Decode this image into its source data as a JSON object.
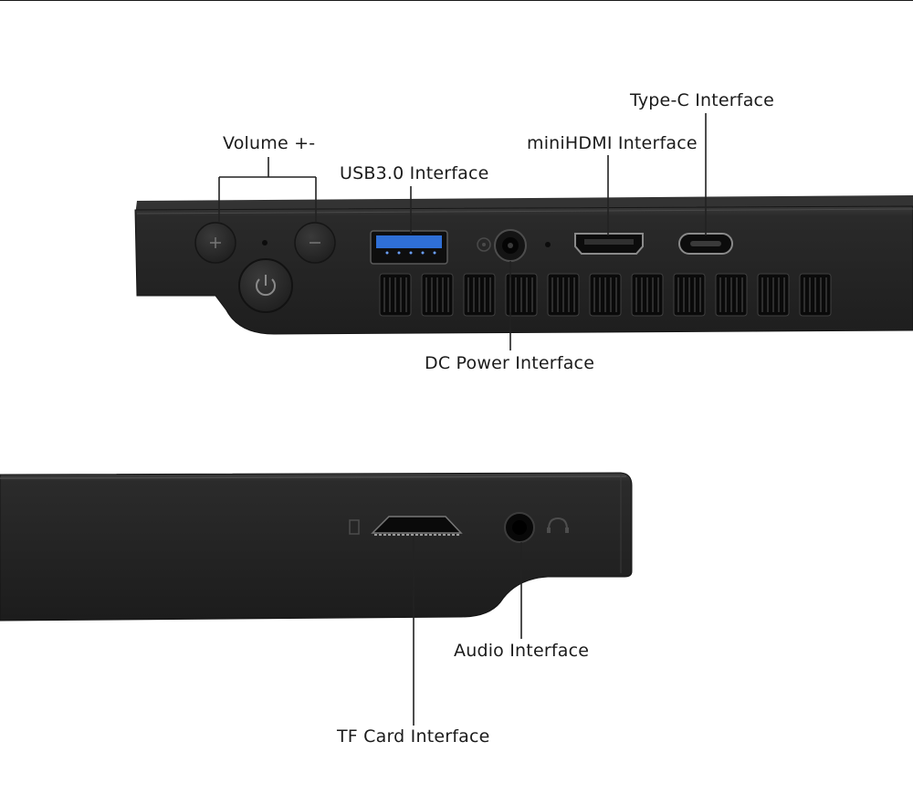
{
  "labels": {
    "volume": "Volume +-",
    "usb": "USB3.0 Interface",
    "minihdmi": "miniHDMI Interface",
    "typec": "Type-C Interface",
    "dc_power": "DC Power Interface",
    "audio": "Audio Interface",
    "tf_card": "TF Card Interface"
  },
  "colors": {
    "device_body": "#262626",
    "device_edge": "#3a3a3a",
    "usb_blue": "#2f6fd6",
    "leader_line": "#222222"
  },
  "icons": {
    "volume_up": "plus-icon",
    "volume_down": "minus-icon",
    "power": "power-icon",
    "dc": "dc-symbol-icon",
    "tf": "tf-card-icon",
    "audio": "headphone-icon"
  }
}
